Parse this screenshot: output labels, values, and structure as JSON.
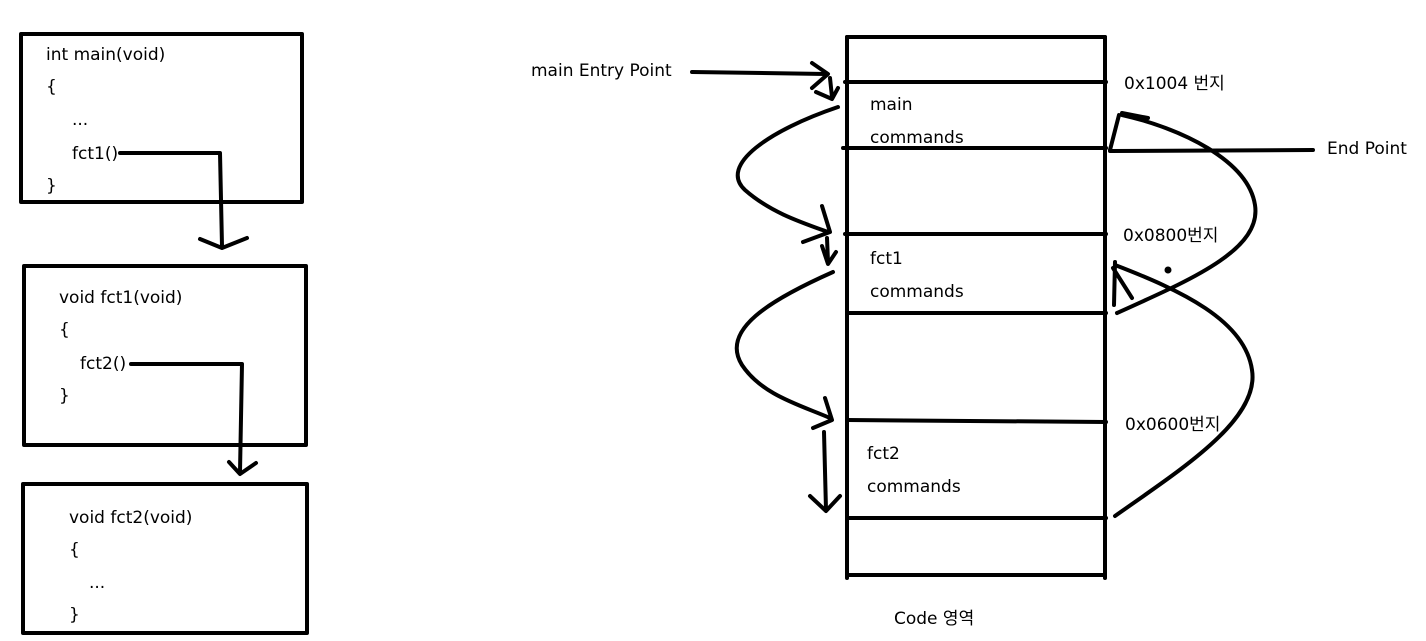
{
  "code_boxes": {
    "main": {
      "signature": "int main(void)",
      "open_brace": "{",
      "ellipsis": "...",
      "call": "fct1()",
      "close_brace": "}"
    },
    "fct1": {
      "signature": "void fct1(void)",
      "open_brace": "{",
      "call": "fct2()",
      "close_brace": "}"
    },
    "fct2": {
      "signature": "void fct2(void)",
      "open_brace": "{",
      "ellipsis": "...",
      "close_brace": "}"
    }
  },
  "memory": {
    "caption": "Code 영역",
    "entry_label": "main Entry Point",
    "end_label": "End Point",
    "segments": [
      {
        "name": "main",
        "body": "commands",
        "address": "0x1004 번지"
      },
      {
        "name": "fct1",
        "body": "commands",
        "address": "0x0800번지"
      },
      {
        "name": "fct2",
        "body": "commands",
        "address": "0x0600번지"
      }
    ]
  },
  "colors": {
    "ink": "#000000",
    "background": "#ffffff"
  }
}
